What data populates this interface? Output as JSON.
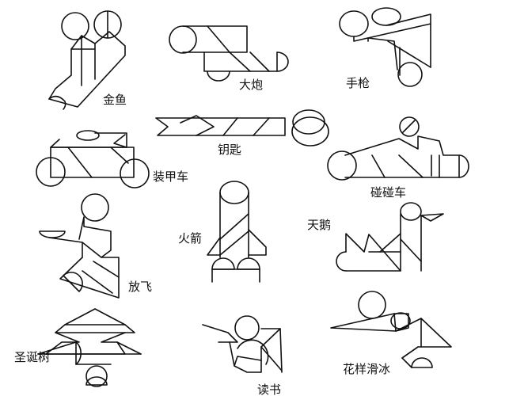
{
  "figures": [
    {
      "id": "goldfish",
      "label": "金鱼"
    },
    {
      "id": "cannon",
      "label": "大炮"
    },
    {
      "id": "pistol",
      "label": "手枪"
    },
    {
      "id": "key",
      "label": "钥匙"
    },
    {
      "id": "tank",
      "label": "装甲车"
    },
    {
      "id": "bumper-car",
      "label": "碰碰车"
    },
    {
      "id": "rocket",
      "label": "火箭"
    },
    {
      "id": "swan",
      "label": "天鹅"
    },
    {
      "id": "kite-flying",
      "label": "放飞"
    },
    {
      "id": "christmas-tree",
      "label": "圣诞树"
    },
    {
      "id": "reading",
      "label": "读书"
    },
    {
      "id": "figure-skating",
      "label": "花样滑冰"
    }
  ]
}
